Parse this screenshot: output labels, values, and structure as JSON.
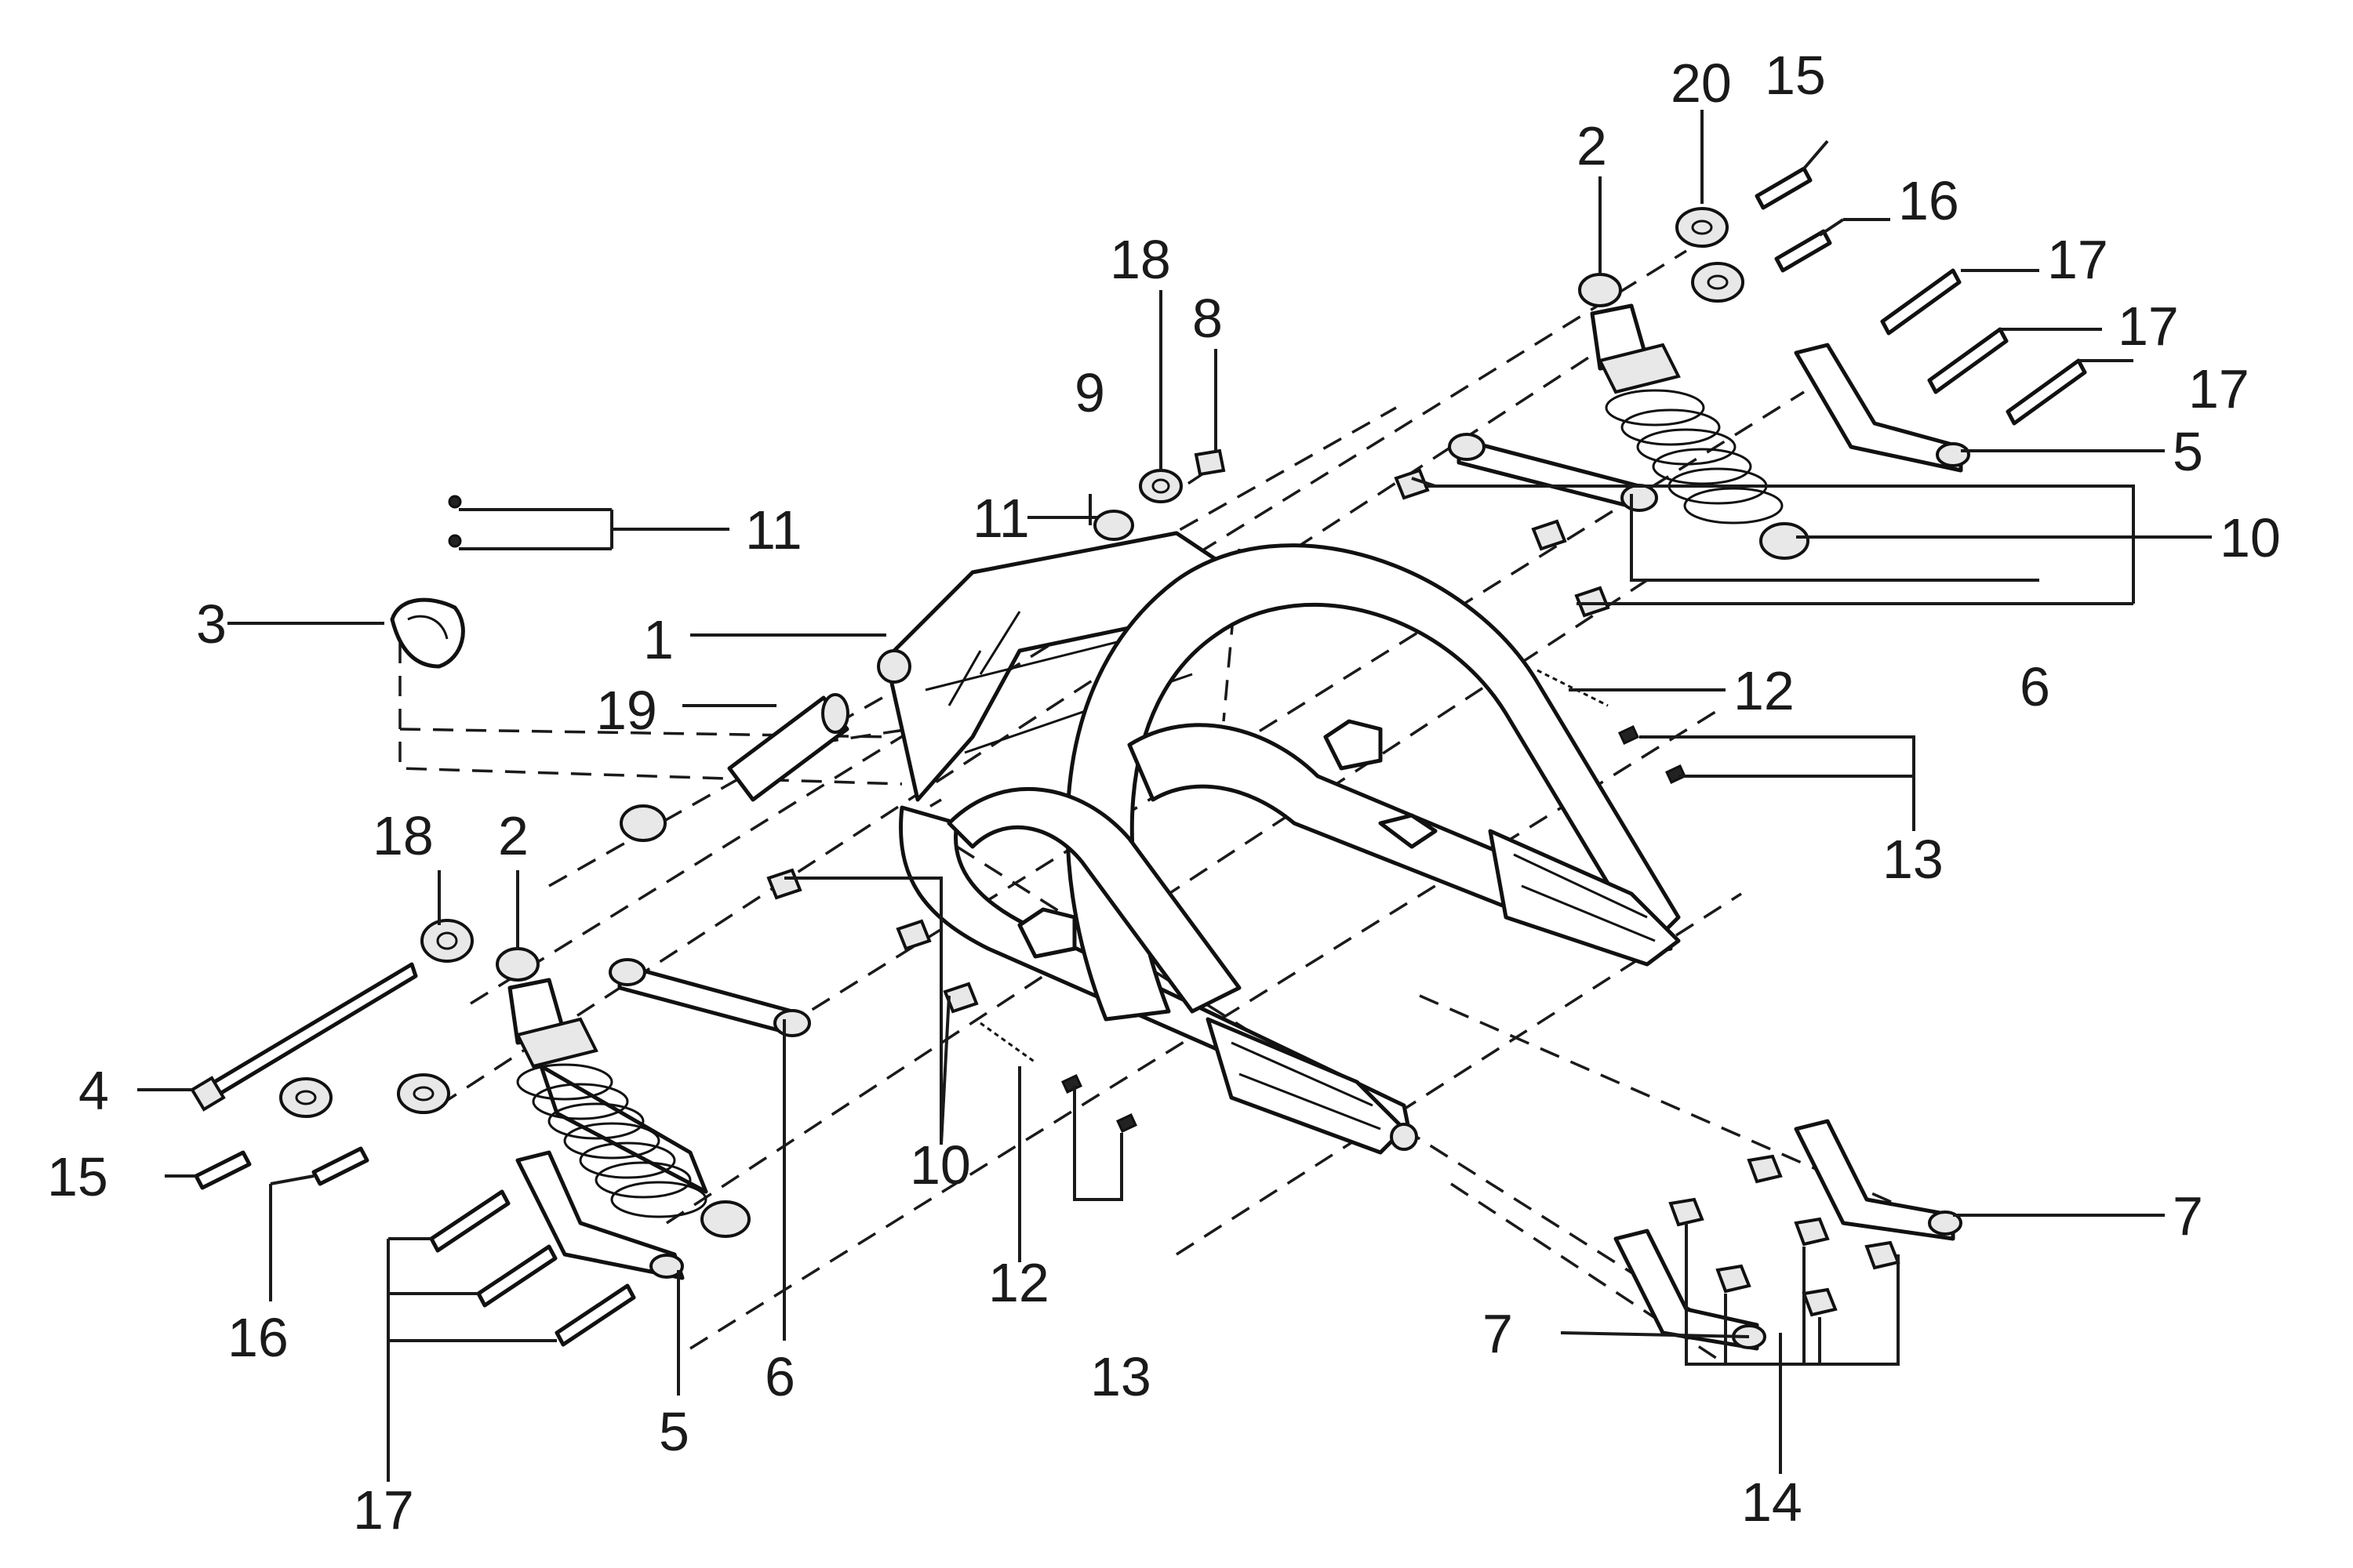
{
  "diagram": {
    "callouts": {
      "c1": "1",
      "c2_left": "2",
      "c2_right": "2",
      "c3": "3",
      "c4": "4",
      "c5_left": "5",
      "c5_right": "5",
      "c6_left": "6",
      "c6_right": "6",
      "c7_left": "7",
      "c7_right": "7",
      "c8": "8",
      "c9": "9",
      "c10_left": "10",
      "c10_right": "10",
      "c11_left": "11",
      "c11_top": "11",
      "c12_center": "12",
      "c12_right": "12",
      "c13_center": "13",
      "c13_right": "13",
      "c14": "14",
      "c15_left": "15",
      "c15_right": "15",
      "c16_left": "16",
      "c16_right": "16",
      "c17_left": "17",
      "c17_r1": "17",
      "c17_r2": "17",
      "c17_r3": "17",
      "c18_left": "18",
      "c18_top": "18",
      "c19": "19",
      "c20": "20"
    }
  }
}
